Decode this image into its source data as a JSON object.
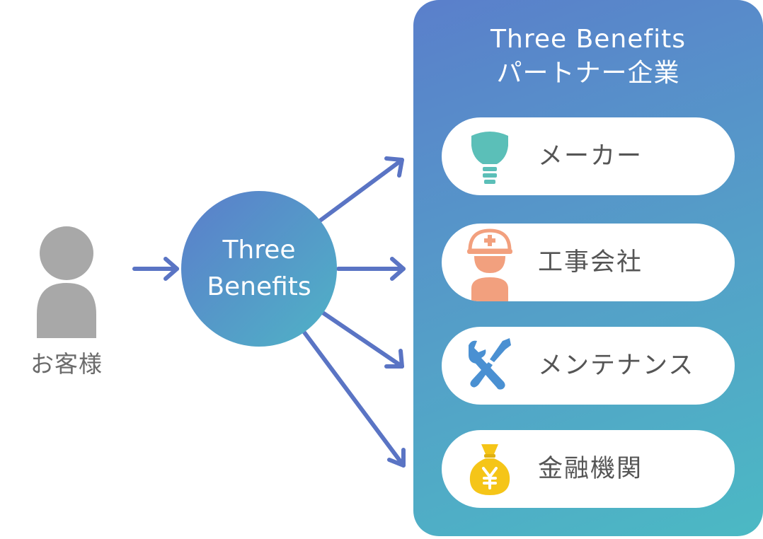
{
  "customer": {
    "label": "お客様",
    "icon": "person-icon",
    "color": "#a8a8a8"
  },
  "hub": {
    "line1": "Three",
    "line2": "Benefits"
  },
  "panel": {
    "title_line1": "Three Benefits",
    "title_line2": "パートナー企業"
  },
  "partners": [
    {
      "label": "メーカー",
      "icon": "lightbulb-icon",
      "color": "#5bbfb8"
    },
    {
      "label": "工事会社",
      "icon": "construction-worker-icon",
      "color": "#f2a07e"
    },
    {
      "label": "メンテナンス",
      "icon": "wrench-screwdriver-icon",
      "color": "#4a90d2"
    },
    {
      "label": "金融機関",
      "icon": "yen-money-bag-icon",
      "color": "#f5c518"
    }
  ],
  "colors": {
    "arrow": "#5a74c4",
    "gradient_start": "#5a7fcb",
    "gradient_end": "#4bb9c4"
  }
}
